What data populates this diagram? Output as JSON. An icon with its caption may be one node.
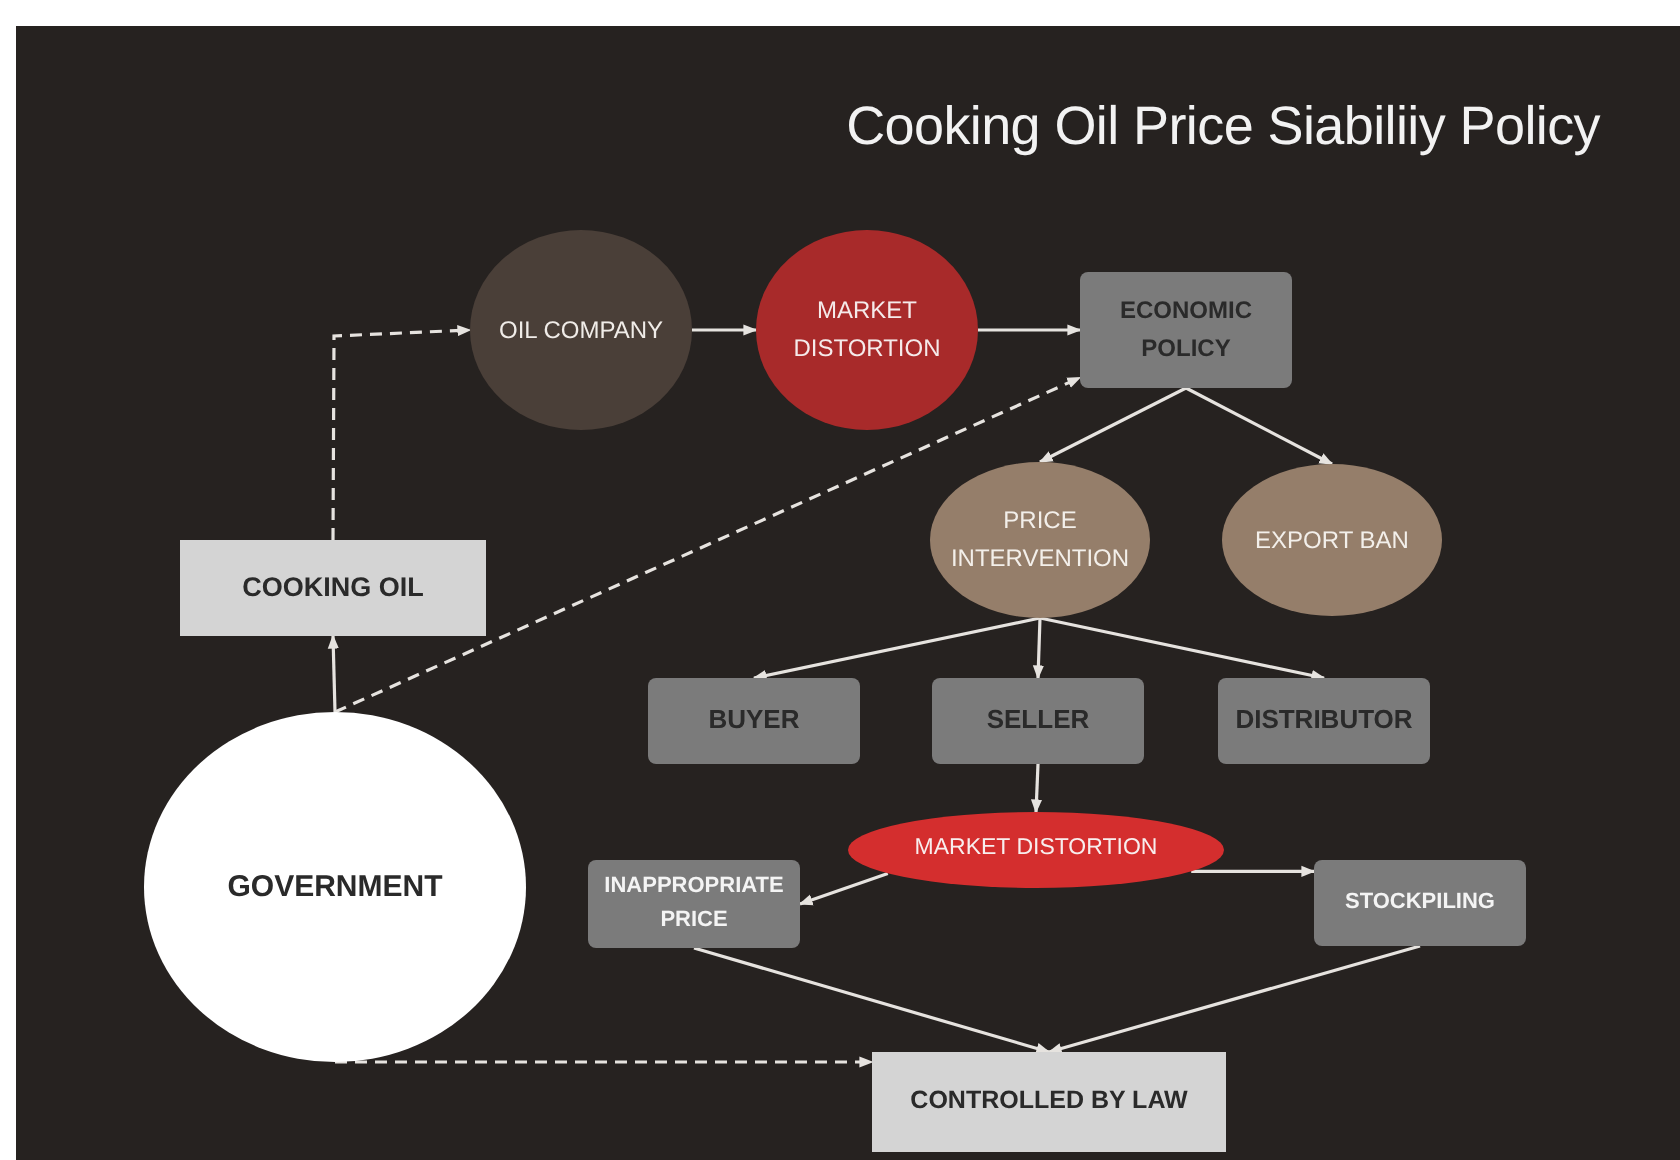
{
  "diagram": {
    "title": "Cooking Oil Price Siabiliiy Policy",
    "nodes": [
      {
        "text": [
          "OIL COMPANY"
        ]
      },
      {
        "text": [
          "MARKET DISTORTION"
        ]
      },
      {
        "text": [
          "ECONOMIC POLICY"
        ]
      },
      {
        "text": [
          "PRICE INTERVENTION"
        ]
      },
      {
        "text": [
          "EXPORT BAN"
        ]
      },
      {
        "text": [
          "BUYER"
        ]
      },
      {
        "text": [
          "SELLER"
        ]
      },
      {
        "text": [
          "DISTRIBUTOR"
        ]
      },
      {
        "text": [
          "MARKET DISTORTION"
        ]
      },
      {
        "text": [
          "INAPPROPRIATE PRICE"
        ]
      },
      {
        "text": [
          "STOCKPILING"
        ]
      },
      {
        "text": [
          "CONTROLLED BY LAW"
        ]
      },
      {
        "text": [
          "COOKING OIL"
        ]
      },
      {
        "text": [
          "GOVERNMENT"
        ]
      }
    ],
    "edges": [
      {
        "from": 13,
        "to": 12,
        "arrow": "to"
      },
      {
        "from": 12,
        "to": 0,
        "arrow": "to",
        "style": "dashed"
      },
      {
        "from": 0,
        "to": 1,
        "arrow": "to"
      },
      {
        "from": 1,
        "to": 2,
        "arrow": "to"
      },
      {
        "from": 13,
        "to": 2,
        "arrow": "to",
        "style": "dashed"
      },
      {
        "from": 2,
        "to": 3,
        "arrow": "to"
      },
      {
        "from": 2,
        "to": 4,
        "arrow": "to"
      },
      {
        "from": 3,
        "to": 5,
        "arrow": "to"
      },
      {
        "from": 3,
        "to": 6,
        "arrow": "to"
      },
      {
        "from": 3,
        "to": 7,
        "arrow": "to"
      },
      {
        "from": 6,
        "to": 8,
        "arrow": "to"
      },
      {
        "from": 8,
        "to": 9,
        "arrow": "to"
      },
      {
        "from": 8,
        "to": 10,
        "arrow": "to"
      },
      {
        "from": 9,
        "to": 11,
        "arrow": "to"
      },
      {
        "from": 10,
        "to": 11,
        "arrow": "to"
      },
      {
        "from": 13,
        "to": 11,
        "arrow": "to",
        "style": "dashed"
      }
    ]
  }
}
